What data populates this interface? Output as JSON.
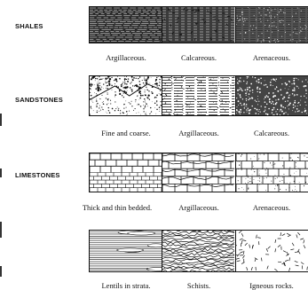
{
  "groups": [
    {
      "heading": "SHALES",
      "captions": [
        "Argillaceous.",
        "Calcareous.",
        "Arenaceous."
      ],
      "patterns": [
        "shale-argillaceous",
        "shale-calcareous",
        "shale-arenaceous"
      ]
    },
    {
      "heading": "SANDSTONES",
      "captions": [
        "Fine and coarse.",
        "Argillaceous.",
        "Calcareous."
      ],
      "patterns": [
        "sandstone-fine-coarse",
        "sandstone-argillaceous",
        "sandstone-calcareous"
      ]
    },
    {
      "heading": "LIMESTONES",
      "captions": [
        "Thick and thin bedded.",
        "Argillaceous.",
        "Arenaceous."
      ],
      "patterns": [
        "limestone-bedded",
        "limestone-argillaceous",
        "limestone-arenaceous"
      ]
    },
    {
      "heading": "",
      "captions": [
        "Lentils in strata.",
        "Schists.",
        "Igneous rocks."
      ],
      "patterns": [
        "lentils",
        "schists",
        "igneous"
      ]
    }
  ]
}
